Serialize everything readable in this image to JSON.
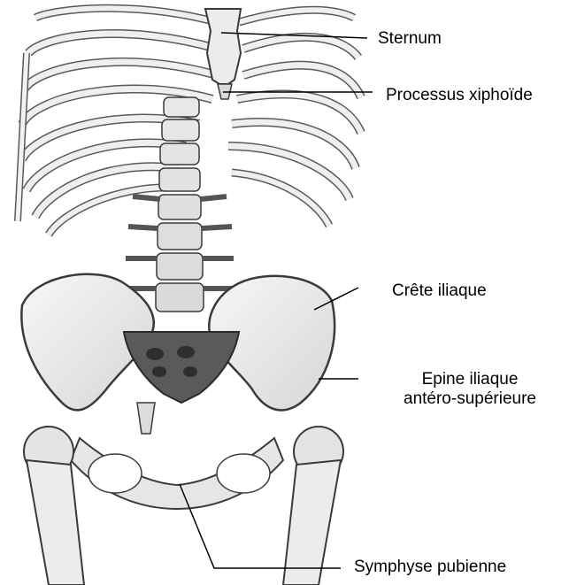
{
  "labels": {
    "sternum": "Sternum",
    "xiphoide": "Processus xiphoïde",
    "crete": "Crête iliaque",
    "epine_line1": "Epine iliaque",
    "epine_line2": "antéro-supérieure",
    "symphyse": "Symphyse pubienne"
  },
  "colors": {
    "bone_fill": "#efefef",
    "bone_stroke": "#3a3a3a",
    "bone_shadow": "#9a9a9a",
    "dark_cavity": "#4a4a4a",
    "leader_line": "#000000",
    "label_text": "#000000"
  }
}
